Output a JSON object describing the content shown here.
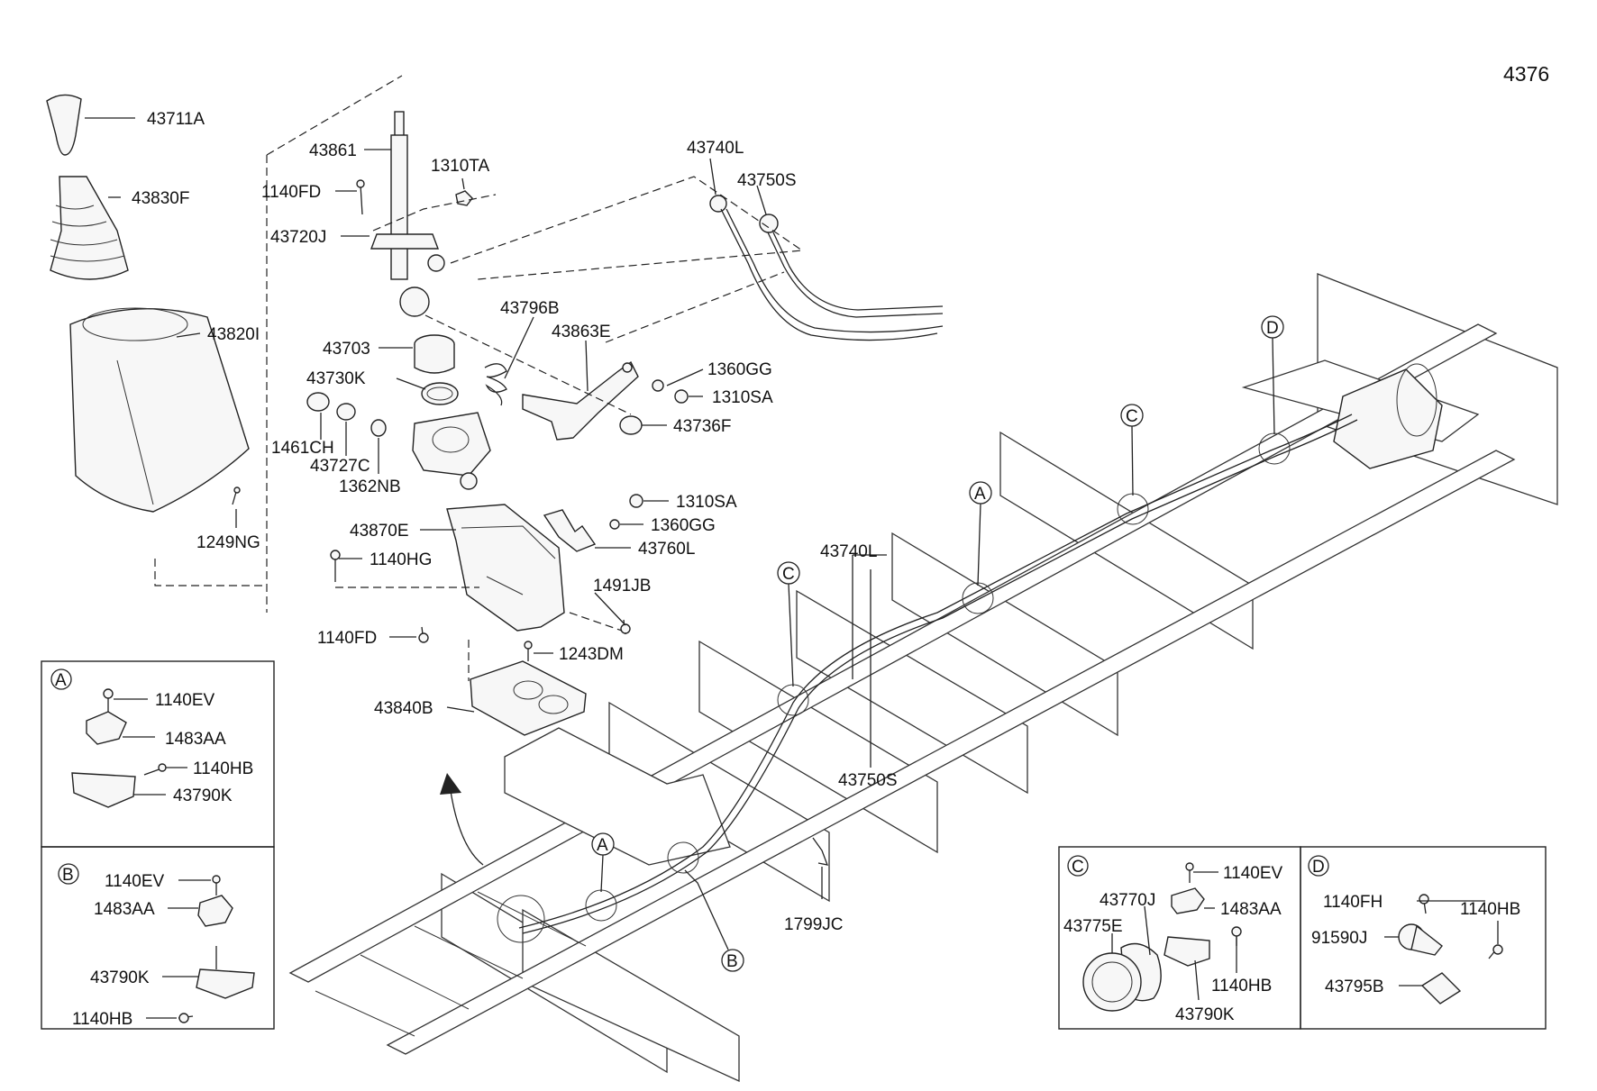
{
  "diagram_number": "4376",
  "callouts": {
    "a": "43711A",
    "b": "43830F",
    "c": "43820I",
    "d": "1249NG",
    "e": "43861",
    "f": "1140FD",
    "g": "43720J",
    "h": "1310TA",
    "i": "43740L",
    "j": "43750S",
    "k": "43796B",
    "l": "43863E",
    "m": "43703",
    "n": "43730K",
    "o": "1461CH",
    "p": "43727C",
    "q": "1362NB",
    "r": "1360GG",
    "s": "1310SA",
    "t": "43736F",
    "u": "1310SA",
    "v": "1360GG",
    "w": "43760L",
    "x": "43870E",
    "y": "1140HG",
    "z": "1491JB",
    "aa": "1140FD",
    "ab": "1243DM",
    "ac": "43840B",
    "ad": "43740L",
    "ae": "43750S",
    "af": "1799JC"
  },
  "frame_markers": [
    "A",
    "B",
    "C",
    "D"
  ],
  "frame_markers_list": [
    "C",
    "A",
    "C",
    "D",
    "A",
    "B"
  ],
  "detail_a": {
    "letter": "A",
    "labels": [
      "1140EV",
      "1483AA",
      "1140HB",
      "43790K"
    ]
  },
  "detail_b": {
    "letter": "B",
    "labels": [
      "1140EV",
      "1483AA",
      "43790K",
      "1140HB"
    ]
  },
  "detail_c": {
    "letter": "C",
    "labels": [
      "1140EV",
      "43770J",
      "1483AA",
      "43775E",
      "1140HB",
      "43790K"
    ]
  },
  "detail_d": {
    "letter": "D",
    "labels": [
      "1140FH",
      "1140HB",
      "91590J",
      "43795B"
    ]
  }
}
